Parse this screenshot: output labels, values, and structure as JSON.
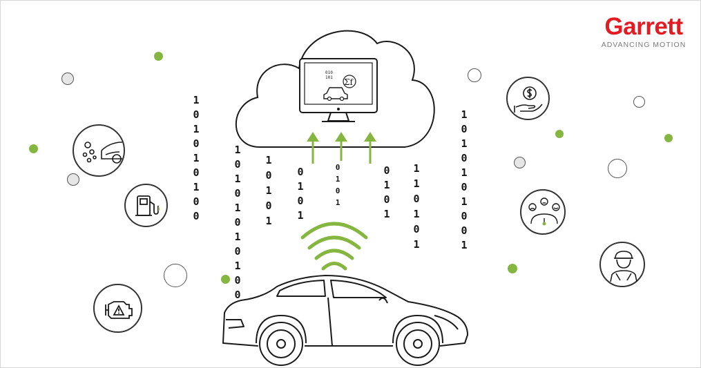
{
  "brand": {
    "name": "Garrett",
    "tagline": "ADVANCING MOTION",
    "color": "#e31b23"
  },
  "accent": {
    "signal": "#84b640",
    "line": "#1a1a1a"
  },
  "cloud": {
    "monitor_bits": [
      "010",
      "101"
    ],
    "monitor_symbols": "Σf"
  },
  "binary_columns": [
    [
      "1",
      "0",
      "1",
      "0",
      "1",
      "0",
      "1",
      "0",
      "0"
    ],
    [
      "1",
      "0",
      "1",
      "0",
      "1",
      "0",
      "1",
      "0",
      "1",
      "0",
      "0"
    ],
    [
      "1",
      "0",
      "1",
      "0",
      "1"
    ],
    [
      "0",
      "1",
      "0",
      "1"
    ],
    [
      "0",
      "1",
      "0",
      "1"
    ],
    [
      "0",
      "1",
      "0",
      "1"
    ],
    [
      "1",
      "1",
      "0",
      "1",
      "0",
      "1"
    ],
    [
      "1",
      "0",
      "1",
      "0",
      "1",
      "0",
      "1",
      "0",
      "0",
      "1"
    ]
  ],
  "icons": [
    "engine-exhaust-icon",
    "fuel-pump-icon",
    "check-engine-icon",
    "dollar-hand-icon",
    "driver-mood-gauge-icon",
    "mechanic-icon"
  ]
}
